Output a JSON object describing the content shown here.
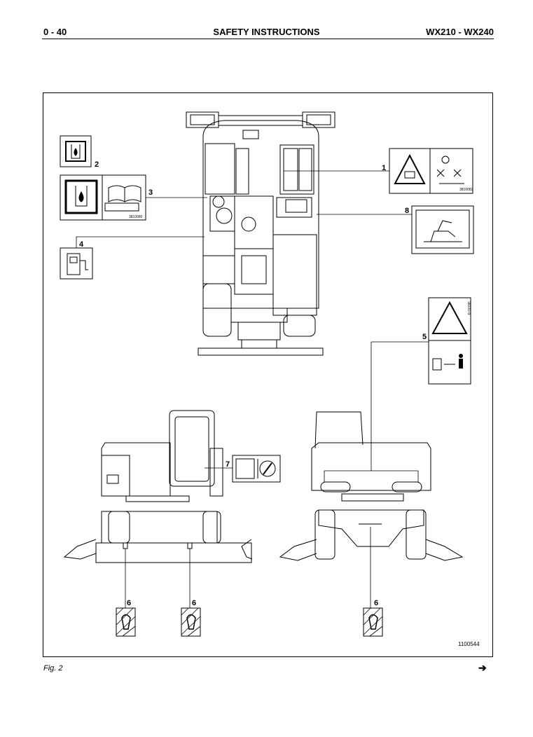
{
  "header": {
    "page_number": "0 - 40",
    "title": "SAFETY INSTRUCTIONS",
    "models": "WX210 - WX240"
  },
  "figure": {
    "callouts": [
      "1",
      "2",
      "3",
      "4",
      "5",
      "6",
      "7",
      "8"
    ],
    "decal_codes": {
      "decal_1": "3810082",
      "decal_3": "3810080",
      "decal_5": "3810079"
    },
    "drawing_code": "1100544",
    "caption": "Fig. 2"
  },
  "footer": {
    "next_icon": "arrow-right-icon",
    "next_symbol": "➔"
  }
}
